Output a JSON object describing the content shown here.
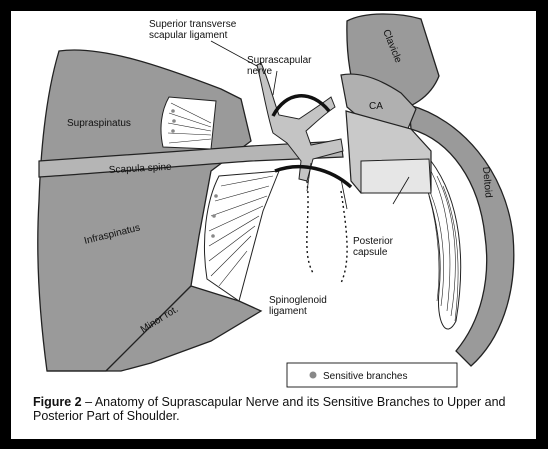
{
  "figure": {
    "labels": {
      "superior_transverse_scapular_ligament": [
        "Superior transverse",
        "scapular ligament"
      ],
      "suprascapular_nerve": [
        "Suprascapular",
        "nerve"
      ],
      "clavicle": "Clavicle",
      "ca": "CA",
      "supraspinatus": "Supraspinatus",
      "scapula_spine": "Scapula spine",
      "deltoid": "Deltoid",
      "infraspinatus": "Infraspinatus",
      "posterior_capsule": [
        "Posterior",
        "capsule"
      ],
      "spinoglenoid_ligament": [
        "Spinoglenoid",
        "ligament"
      ],
      "minor_rot": "Minor rot."
    },
    "legend": {
      "text": "Sensitive branches"
    }
  },
  "caption": {
    "figure_number": "Figure 2",
    "text": " – Anatomy of Suprascapular Nerve and its Sensitive Branches to Upper and Posterior Part of Shoulder."
  }
}
